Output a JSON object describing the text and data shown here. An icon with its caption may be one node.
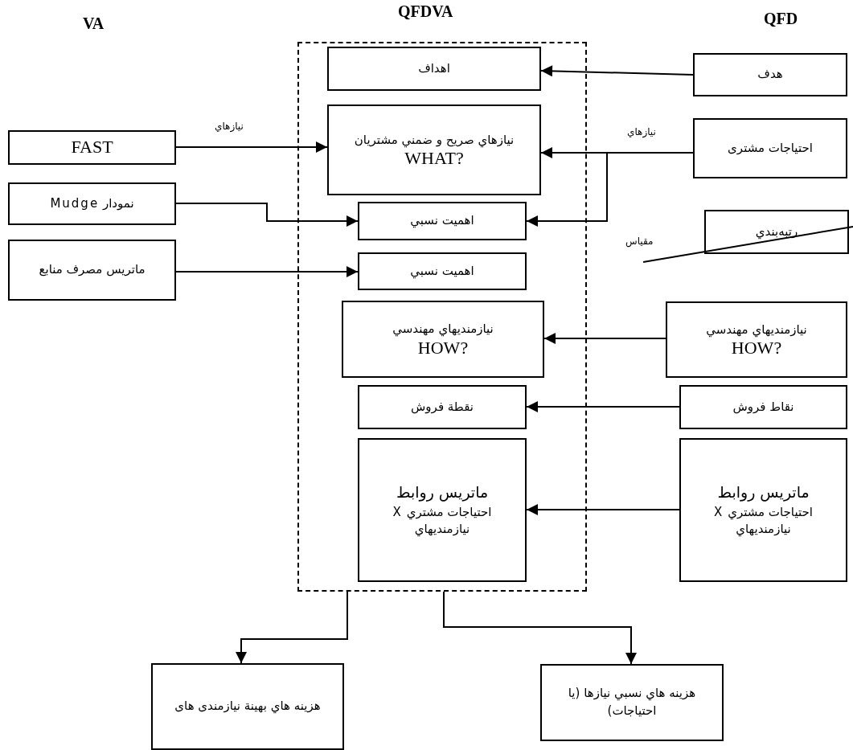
{
  "diagram": {
    "nodes": [
      {
        "text": [],
        "shape": "box"
      },
      {
        "text": [
          "اهداف"
        ],
        "in": 0
      },
      {
        "text": [
          "نيازهاي صريح و ضمني مشتريان",
          "WHAT?"
        ],
        "in": 0
      },
      {
        "text": [
          "اهميت نسبي"
        ],
        "in": 0
      },
      {
        "text": [
          "اهميت نسبي"
        ],
        "in": 0
      },
      {
        "text": [
          "نيازمنديهاي مهندسي",
          "HOW?"
        ],
        "in": 0
      },
      {
        "text": [
          "نقطة فروش"
        ],
        "in": 0
      },
      {
        "text": [
          "ماتريس روابط",
          "احتياجات مشتري X نيازمنديهاي"
        ],
        "in": 0
      },
      {
        "text": [
          "FAST"
        ]
      },
      {
        "text": [
          "نمودار Mudge"
        ]
      },
      {
        "text": [
          "ماتريس مصرف منابع"
        ]
      },
      {
        "text": [
          "هدف"
        ]
      },
      {
        "text": [
          "احتياجات مشتری"
        ]
      },
      {
        "text": [
          "رتبه‌بندي"
        ]
      },
      {
        "text": [
          "نيازمنديهاي مهندسي",
          "HOW?"
        ]
      },
      {
        "text": [
          "نقاط فروش"
        ]
      },
      {
        "text": [
          "ماتريس روابط",
          "احتياجات مشتري X نيازمنديهاي"
        ]
      },
      {
        "text": [
          "هزينه هاي بهينة نيازمندی های"
        ]
      },
      {
        "text": [
          "هزينه هاي نسبي نيازها (يا احتياجات)"
        ]
      }
    ],
    "edges": [
      {
        "from": 11,
        "to": 1,
        "arrow": "to"
      },
      {
        "from": 8,
        "to": 2,
        "arrow": "to",
        "label": "نيازهاي"
      },
      {
        "from": 12,
        "to": 2,
        "arrow": "to",
        "label": "نيازهاي"
      },
      {
        "from": 12,
        "to": 3,
        "arrow": "to"
      },
      {
        "from": 9,
        "to": 3,
        "arrow": "to"
      },
      {
        "from": 10,
        "to": 4,
        "arrow": "to"
      },
      {
        "from": 14,
        "to": 5,
        "arrow": "to"
      },
      {
        "from": 15,
        "to": 6,
        "arrow": "to"
      },
      {
        "from": 16,
        "to": 7,
        "arrow": "to"
      },
      {
        "from": 0,
        "to": 17,
        "arrow": "to"
      },
      {
        "from": 0,
        "to": 18,
        "arrow": "to"
      }
    ],
    "labels": [
      "VA",
      "QFDVA",
      "QFD",
      "مقياس"
    ]
  }
}
